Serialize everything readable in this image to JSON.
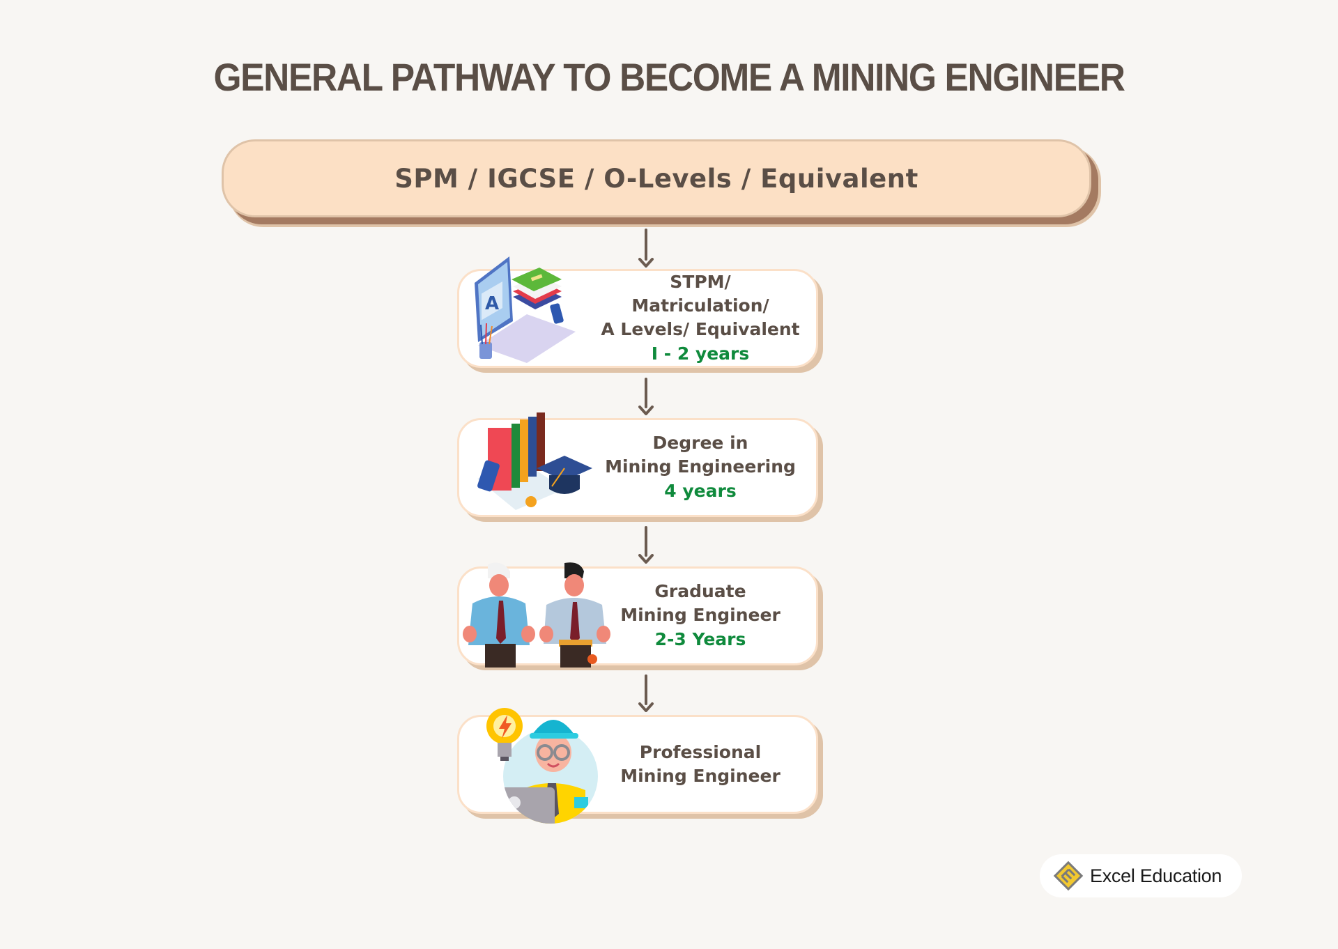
{
  "title": "GENERAL PATHWAY TO BECOME A MINING ENGINEER",
  "start": {
    "label": "SPM / IGCSE / O-Levels / Equivalent"
  },
  "steps": [
    {
      "line1": "STPM/ Matriculation/",
      "line2": "A Levels/ Equivalent",
      "duration": "I - 2 years",
      "icon": "computer-books-icon"
    },
    {
      "line1": "Degree in",
      "line2": "Mining Engineering",
      "duration": "4 years",
      "icon": "books-graduation-cap-icon"
    },
    {
      "line1": "Graduate",
      "line2": "Mining Engineer",
      "duration": "2-3 Years",
      "icon": "two-engineers-icon"
    },
    {
      "line1": "Professional",
      "line2": "Mining Engineer",
      "duration": "",
      "icon": "engineer-helmet-laptop-icon"
    }
  ],
  "logo": {
    "name": "Excel Education",
    "icon": "excel-education-logo-icon"
  },
  "colors": {
    "background": "#f8f6f3",
    "title": "#5a4e46",
    "pill_fill": "#fce0c5",
    "pill_shadow": "#a47a61",
    "card_border": "#fbe0c8",
    "duration_green": "#0f8a3c",
    "arrow": "#6b5b50"
  }
}
